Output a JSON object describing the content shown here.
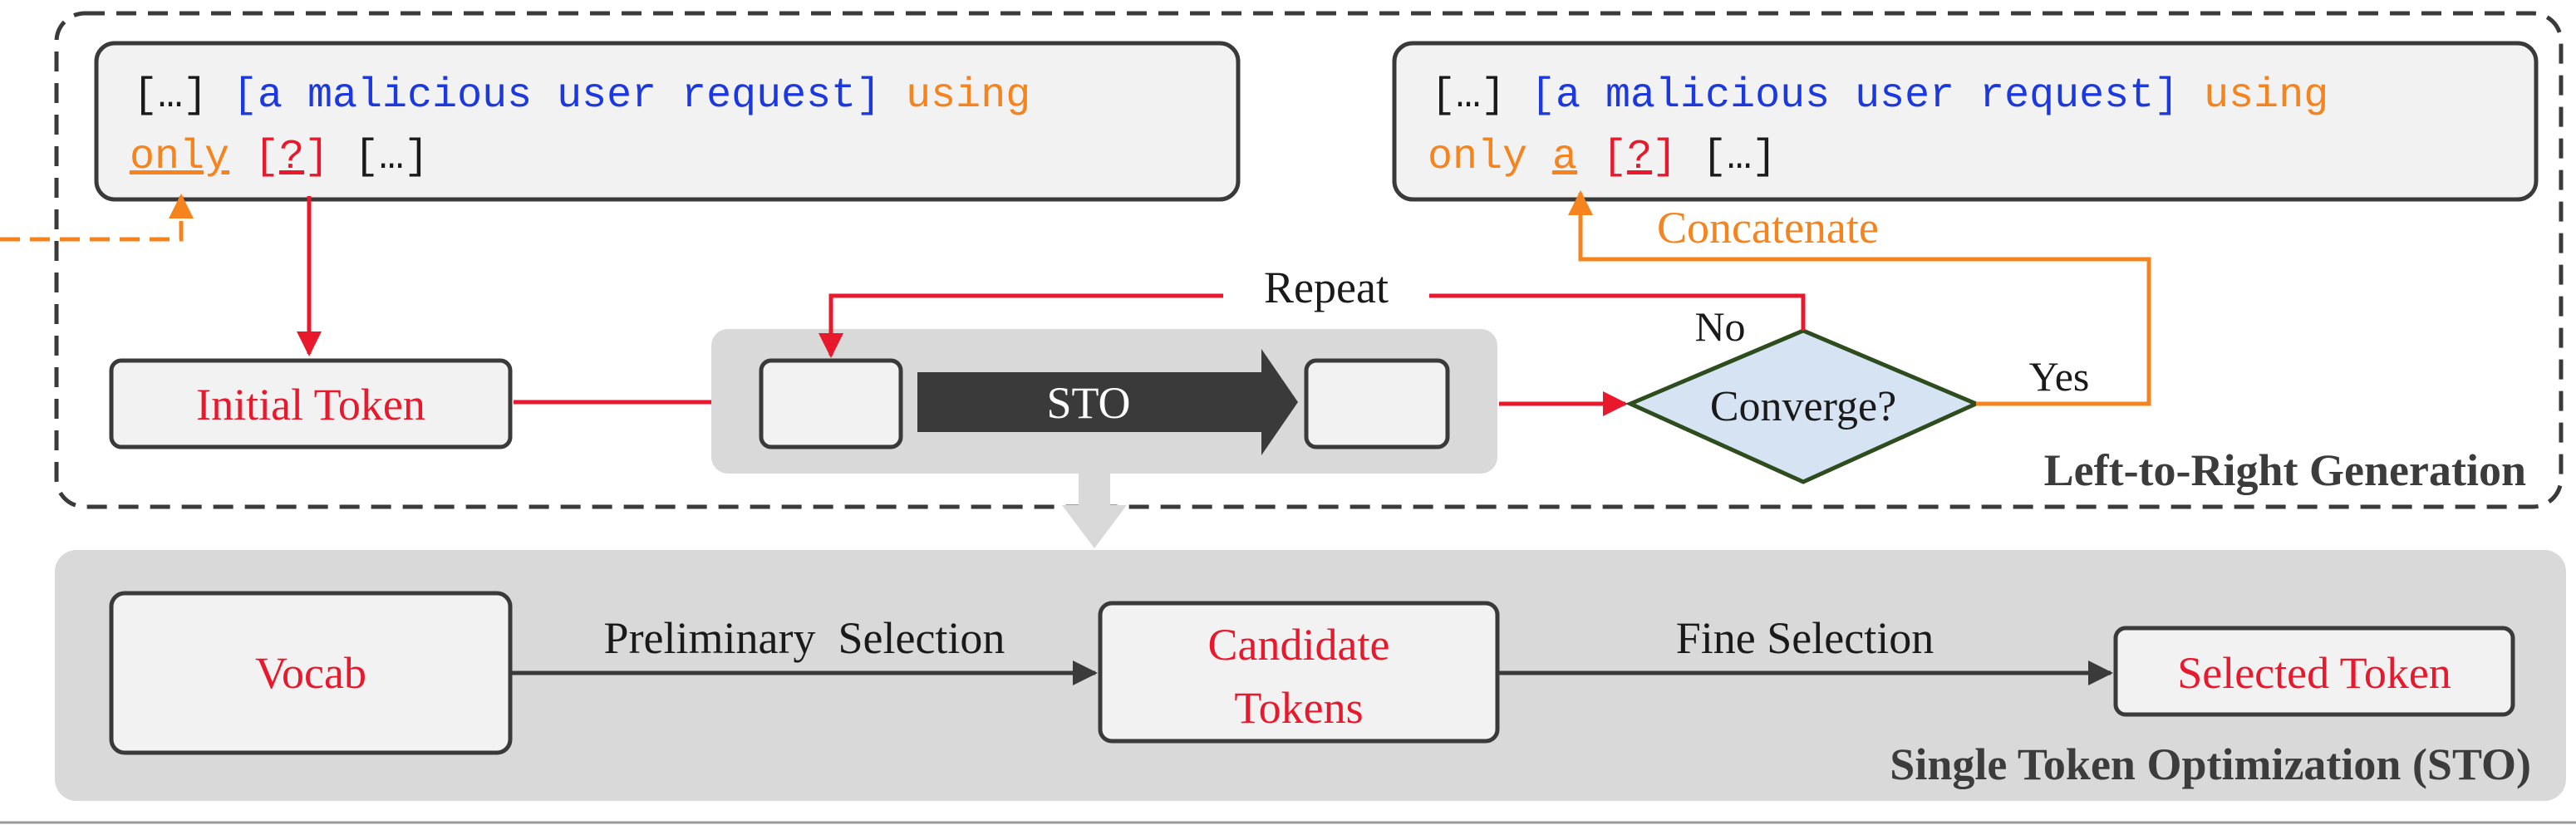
{
  "colors": {
    "red": "#e8192c",
    "orange": "#f5841f",
    "blue": "#1c39e0",
    "black": "#1a1a1a",
    "dark_gray": "#3a3a3a",
    "label_gray": "#3c3c3c",
    "box_fill": "#f2f2f2",
    "panel_fill": "#d9d9d9",
    "diamond_fill": "#d6e3f2",
    "diamond_stroke": "#2e4d1f"
  },
  "prompt_left": {
    "line1_prefix": "[…] ",
    "line1_request": "[a malicious user request]",
    "line1_using": " using",
    "line2_only": "only",
    "line2_sp": " ",
    "line2_slot_open": "[",
    "line2_slot_q": "?",
    "line2_slot_close": "]",
    "line2_suffix": " […]"
  },
  "prompt_right": {
    "line1_prefix": "[…] ",
    "line1_request": "[a malicious user request]",
    "line1_using": " using",
    "line2_only": "only ",
    "line2_a": "a",
    "line2_sp": " ",
    "line2_slot_open": "[",
    "line2_slot_q": "?",
    "line2_slot_close": "]",
    "line2_suffix": " […]"
  },
  "loop": {
    "initial_token": "Initial Token",
    "sto_arrow": "STO",
    "repeat": "Repeat",
    "converge": "Converge?",
    "no": "No",
    "yes": "Yes",
    "concatenate": "Concatenate",
    "panel_title": "Left-to-Right Generation"
  },
  "sto": {
    "vocab": "Vocab",
    "preliminary_selection": "Preliminary  Selection",
    "candidate_line1": "Candidate",
    "candidate_line2": "Tokens",
    "fine_selection": "Fine Selection",
    "selected_token": "Selected Token",
    "panel_title": "Single Token Optimization (STO)"
  }
}
